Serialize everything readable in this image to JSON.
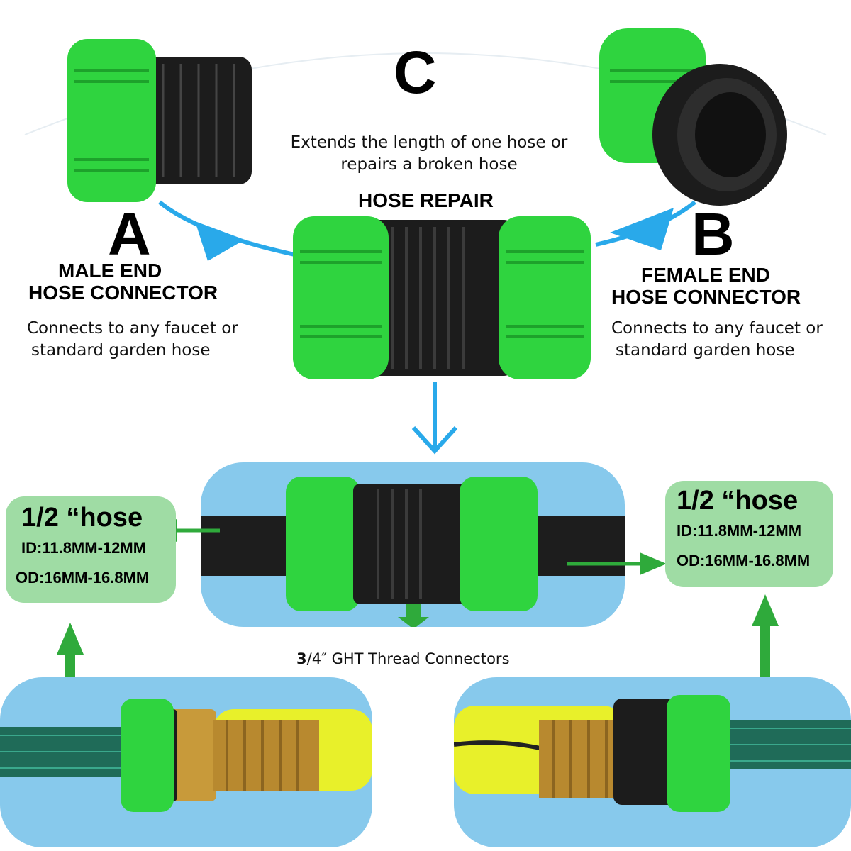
{
  "center": {
    "letter": "C",
    "description_lines": [
      "Extends the length of one hose or",
      "repairs a broken hose"
    ],
    "heading": "HOSE REPAIR"
  },
  "left": {
    "letter": "A",
    "heading_lines": [
      "MALE END",
      "HOSE CONNECTOR"
    ],
    "description_lines": [
      "Connects to any faucet or",
      "standard garden hose"
    ]
  },
  "right": {
    "letter": "B",
    "heading_lines": [
      "FEMALE END",
      "HOSE CONNECTOR"
    ],
    "description_lines": [
      "Connects to any faucet or",
      "standard garden hose"
    ]
  },
  "spec_left": {
    "title": "1/2 “hose",
    "id_line": "ID:11.8MM-12MM",
    "od_line": "OD:16MM-16.8MM"
  },
  "spec_right": {
    "title": "1/2 “hose",
    "id_line": "ID:11.8MM-12MM",
    "od_line": "OD:16MM-16.8MM"
  },
  "thread_caption": {
    "bold_part": "3",
    "rest": "/4″ GHT Thread  Connectors"
  },
  "colors": {
    "connector_green": "#2fd43f",
    "connector_dark": "#1f1f1f",
    "arrow_blue": "#29a9ea",
    "arrow_green": "#2faa3b",
    "panel_blue": "#87c9ec",
    "spec_green": "#9fdca4",
    "brass": "#c89a3a",
    "yellow_hose": "#e8f02a",
    "garden_hose": "#1f6b58"
  },
  "icons": [
    "male-connector-icon",
    "female-connector-icon",
    "hose-repair-connector-icon"
  ]
}
